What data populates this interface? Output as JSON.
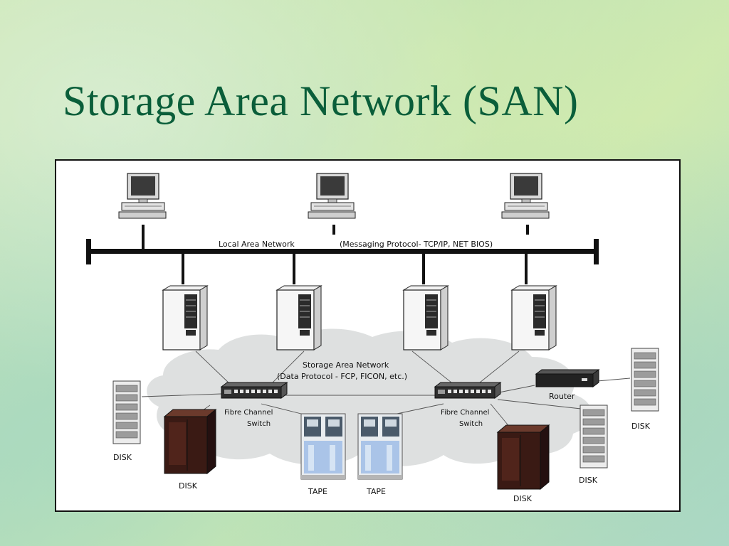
{
  "slide": {
    "title": "Storage Area Network (SAN)"
  },
  "diagram": {
    "lan_label": "Local Area Network",
    "lan_protocol": "(Messaging Protocol- TCP/IP, NET BIOS)",
    "san_label": "Storage Area Network",
    "san_protocol": "(Data Protocol - FCP, FICON, etc.)",
    "switch_left_line1": "Fibre Channel",
    "switch_left_line2": "Switch",
    "switch_right_line1": "Fibre Channel",
    "switch_right_line2": "Switch",
    "router_label": "Router",
    "disk_far_left": "DISK",
    "disk_left": "DISK",
    "tape_1": "TAPE",
    "tape_2": "TAPE",
    "disk_center_right": "DISK",
    "disk_right": "DISK",
    "disk_far_right": "DISK",
    "colors": {
      "title": "#0a5e3a",
      "cloud": "#d8dadb",
      "highlight": "#1b2fa8"
    }
  }
}
